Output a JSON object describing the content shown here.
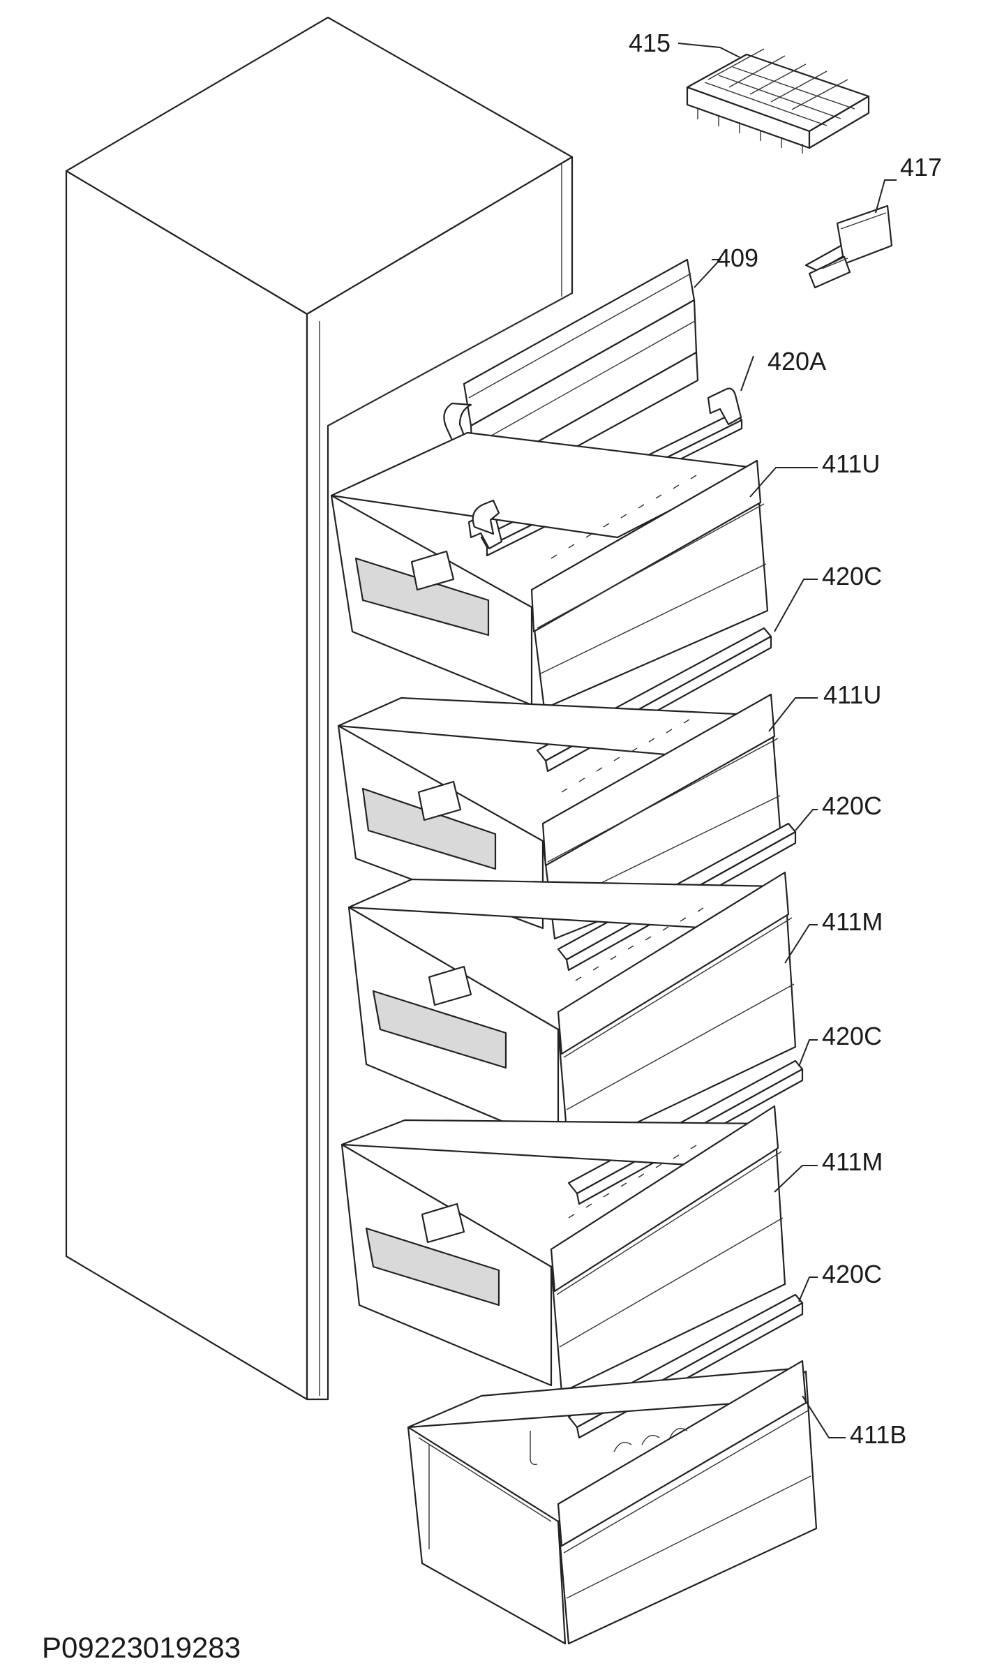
{
  "diagram": {
    "document_code": "P09223019283",
    "parts": [
      {
        "id": "p415",
        "label": "415"
      },
      {
        "id": "p417",
        "label": "417"
      },
      {
        "id": "p409",
        "label": "409"
      },
      {
        "id": "p420a",
        "label": "420A"
      },
      {
        "id": "p411u1",
        "label": "411U"
      },
      {
        "id": "p420c1",
        "label": "420C"
      },
      {
        "id": "p411u2",
        "label": "411U"
      },
      {
        "id": "p420c2",
        "label": "420C"
      },
      {
        "id": "p411m1",
        "label": "411M"
      },
      {
        "id": "p420c3",
        "label": "420C"
      },
      {
        "id": "p411m2",
        "label": "411M"
      },
      {
        "id": "p420c4",
        "label": "420C"
      },
      {
        "id": "p411b",
        "label": "411B"
      }
    ]
  }
}
